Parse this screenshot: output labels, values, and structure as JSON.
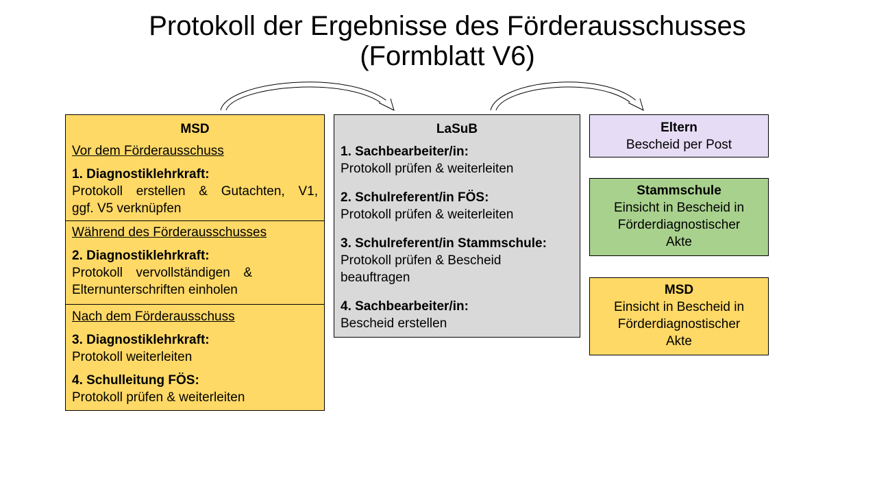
{
  "title": {
    "line1": "Protokoll der Ergebnisse des Förderausschusses",
    "line2": "(Formblatt V6)"
  },
  "colors": {
    "msd": "#ffd966",
    "lasub": "#d9d9d9",
    "eltern": "#e6dcf5",
    "stammschule": "#a9d18e"
  },
  "msd": {
    "header": "MSD",
    "sections": [
      {
        "heading": "Vor dem Förderausschuss",
        "steps": [
          {
            "role": "1. Diagnostiklehrkraft:",
            "line1": "Protokoll erstellen & Gutachten, V1,",
            "line2": "ggf. V5 verknüpfen"
          }
        ]
      },
      {
        "heading": "Während des Förderausschusses",
        "steps": [
          {
            "role": "2. Diagnostiklehrkraft:",
            "line1": "Protokoll vervollständigen &",
            "line2": "Elternunterschriften einholen"
          }
        ]
      },
      {
        "heading": "Nach dem Förderausschuss",
        "steps": [
          {
            "role": "3. Diagnostiklehrkraft:",
            "line1": "Protokoll weiterleiten"
          },
          {
            "role": "4. Schulleitung FÖS:",
            "line1": "Protokoll prüfen & weiterleiten"
          }
        ]
      }
    ]
  },
  "lasub": {
    "header": "LaSuB",
    "steps": [
      {
        "role": "1. Sachbearbeiter/in:",
        "line1": "Protokoll prüfen & weiterleiten"
      },
      {
        "role": "2. Schulreferent/in FÖS:",
        "line1": "Protokoll prüfen & weiterleiten"
      },
      {
        "role": "3. Schulreferent/in Stammschule:",
        "line1": "Protokoll prüfen & Bescheid",
        "line2": "beauftragen"
      },
      {
        "role": "4. Sachbearbeiter/in:",
        "line1": "Bescheid erstellen"
      }
    ]
  },
  "eltern": {
    "header": "Eltern",
    "line1": "Bescheid per Post"
  },
  "stammschule": {
    "header": "Stammschule",
    "line1": "Einsicht in Bescheid in",
    "line2": "Förderdiagnostischer",
    "line3": "Akte"
  },
  "msd_right": {
    "header": "MSD",
    "line1": "Einsicht in Bescheid in",
    "line2": "Förderdiagnostischer",
    "line3": "Akte"
  }
}
